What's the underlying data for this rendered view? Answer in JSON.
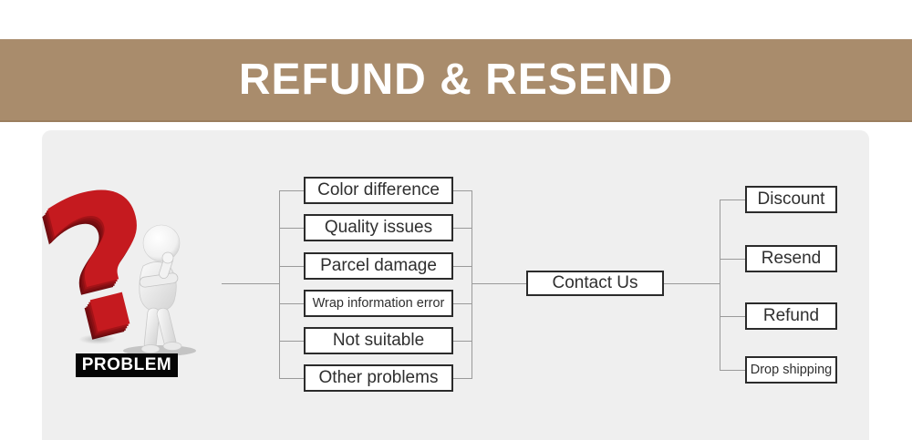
{
  "banner": {
    "title": "REFUND & RESEND",
    "bg_color": "#a98c6c",
    "text_color": "#ffffff"
  },
  "problem_figure": {
    "question_mark_glyph": "?",
    "label": "PROBLEM",
    "question_mark_color": "#c51a1f",
    "label_bg_color": "#000000"
  },
  "flowchart": {
    "problem_items": [
      "Color difference",
      "Quality issues",
      "Parcel damage",
      "Wrap information error",
      "Not suitable",
      "Other problems"
    ],
    "contact_label": "Contact Us",
    "solution_items": [
      "Discount",
      "Resend",
      "Refund",
      "Drop shipping"
    ]
  },
  "colors": {
    "panel_bg": "#efefef",
    "box_border": "#2b2b2b",
    "box_text": "#2f2f2f",
    "connector_line": "#9a9a9a"
  }
}
